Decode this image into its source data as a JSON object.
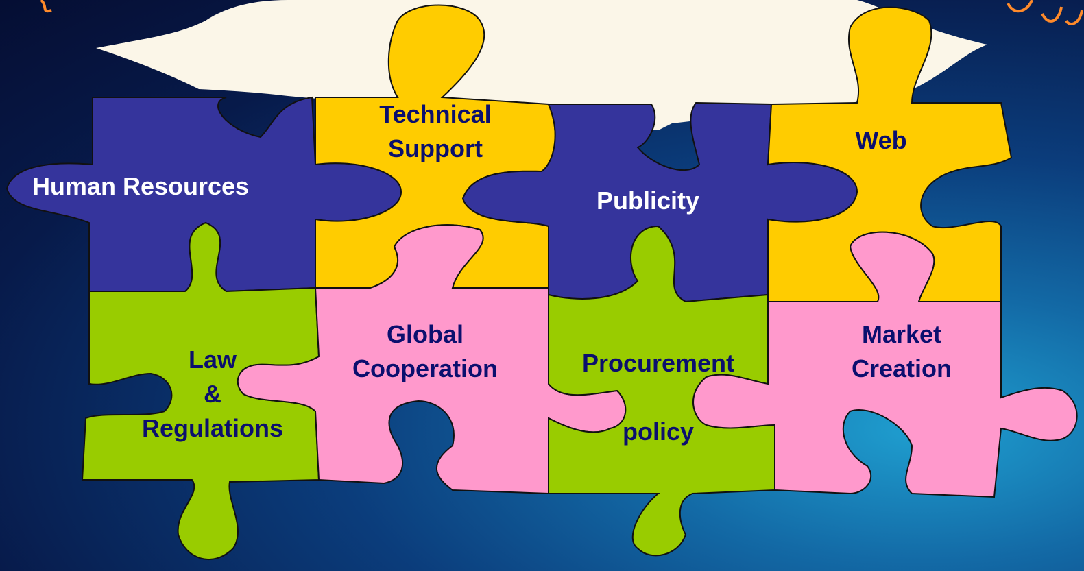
{
  "pieces": [
    {
      "id": "human-resources",
      "lines": [
        "Human Resources"
      ],
      "fill": "#35349c",
      "text_color": "#ffffff"
    },
    {
      "id": "technical-support",
      "lines": [
        "Technical",
        "Support"
      ],
      "fill": "#ffcc00",
      "text_color": "#0b0f6e"
    },
    {
      "id": "publicity",
      "lines": [
        "Publicity"
      ],
      "fill": "#35349c",
      "text_color": "#ffffff"
    },
    {
      "id": "web",
      "lines": [
        "Web"
      ],
      "fill": "#ffcc00",
      "text_color": "#0b0f6e"
    },
    {
      "id": "law-regulations",
      "lines": [
        "Law",
        "&",
        "Regulations"
      ],
      "fill": "#99cc00",
      "text_color": "#0b0f6e"
    },
    {
      "id": "global-cooperation",
      "lines": [
        "Global",
        "Cooperation"
      ],
      "fill": "#ff99cc",
      "text_color": "#0b0f6e"
    },
    {
      "id": "procurement-policy",
      "lines": [
        "Procurement",
        "policy"
      ],
      "fill": "#99cc00",
      "text_color": "#0b0f6e"
    },
    {
      "id": "market-creation",
      "lines": [
        "Market",
        "Creation"
      ],
      "fill": "#ff99cc",
      "text_color": "#0b0f6e"
    }
  ],
  "colors": {
    "cloud": "#fbf6e8",
    "background_dark": "#050e33",
    "background_light": "#1f9fd0",
    "deco_stroke": "#ff8a2a"
  }
}
